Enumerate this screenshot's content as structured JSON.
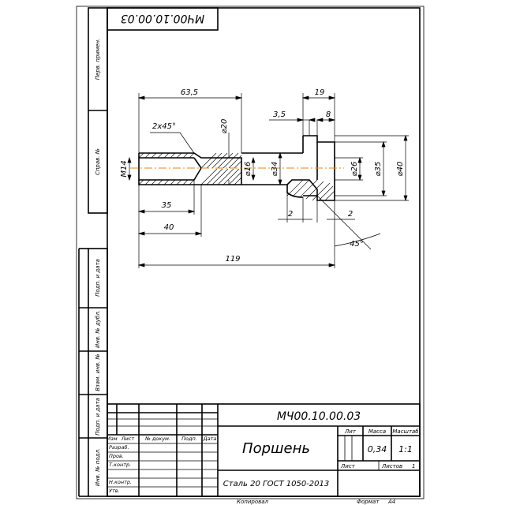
{
  "drawing": {
    "code_top_mirrored": "МЧ00.10.00.03",
    "code": "МЧ00.10.00.03",
    "part_name": "Поршень",
    "material": "Сталь 20 ГОСТ 1050-2013",
    "mass": "0,34",
    "scale": "1:1",
    "sheet_label": "Лист",
    "sheets_label": "Листов",
    "sheets_count": "1",
    "lit_header": "Лит",
    "mass_header": "Масса",
    "scale_header": "Масштаб",
    "copied": "Копировал",
    "format_label": "Формат",
    "format_value": "А4"
  },
  "title_block": {
    "col_izm": "Изм",
    "col_list": "Лист",
    "col_doc": "№ докум.",
    "col_sign": "Подп.",
    "col_date": "Дата",
    "razrab": "Разраб.",
    "prov": "Пров.",
    "tkontr": "Т.контр.",
    "nkontr": "Н.контр.",
    "utv": "Утв."
  },
  "side_labels": {
    "perv_primen": "Перв. примен.",
    "sprav_no": "Справ. №",
    "podp_data_1": "Подп. и дата",
    "inv_dubl": "Инв. № дубл.",
    "vzam_inv": "Взам. инв. №",
    "podp_data_2": "Подп. и дата",
    "inv_podl": "Инв. № подл."
  },
  "dimensions": {
    "d_63_5": "63,5",
    "d_19": "19",
    "d_3_5": "3,5",
    "d_8": "8",
    "chamfer": "2x45°",
    "dia_20": "⌀20",
    "thread": "М14",
    "dia_16": "⌀16",
    "dia_34": "⌀34",
    "dia_26": "⌀26",
    "dia_35": "⌀35",
    "dia_40": "⌀40",
    "d_35": "35",
    "d_40": "40",
    "d_2a": "2",
    "d_2b": "2",
    "angle_45": "45°",
    "d_119": "119"
  }
}
